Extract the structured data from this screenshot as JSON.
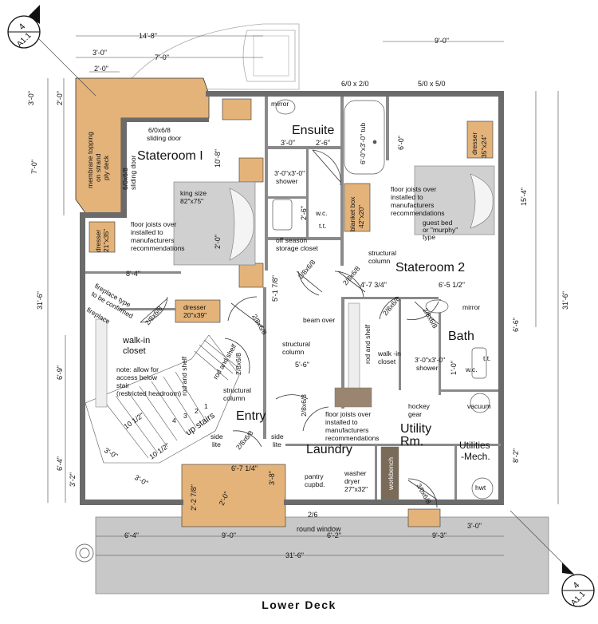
{
  "drawing": {
    "title": "Lower Deck"
  },
  "section_markers": [
    {
      "number": "4",
      "sheet": "A1.1"
    },
    {
      "number": "4",
      "sheet": "A1.1"
    }
  ],
  "rooms": {
    "stateroom1": "Stateroom I",
    "ensuite": "Ensuite",
    "stateroom2": "Stateroom 2",
    "bath": "Bath",
    "entry": "Entry",
    "laundry": "Laundry",
    "utility1": "Utility",
    "utility2": "Rm.",
    "utilities_mech1": "Utilities",
    "utilities_mech2": "-Mech.",
    "walkin_closet1": "walk-in",
    "walkin_closet2": "closet"
  },
  "dimensions": {
    "d_14_8": "14'-8\"",
    "d_3_0_top": "3'-0\"",
    "d_7_0_top": "7'-0\"",
    "d_2_0_top": "2'-0\"",
    "d_9_0_top": "9'-0\"",
    "d_6x2": "6/0 x 2/0",
    "d_5x5": "5/0 x 5/0",
    "d_3_0_left": "3'-0\"",
    "d_2_0_left": "2'-0\"",
    "d_7_0_left": "7'-0\"",
    "d_31_6_left": "31'-6\"",
    "d_6_9_left": "6'-9\"",
    "d_6_4_left": "6'-4\"",
    "d_3_2_left": "3'-2\"",
    "d_15_4_right": "15'-4\"",
    "d_31_6_right": "31'-6\"",
    "d_6_6_right": "6'-6\"",
    "d_8_2_right": "8'-2\"",
    "d_6_4_bottom": "6'-4\"",
    "d_9_0_bottom": "9'-0\"",
    "d_6_2_bottom": "6'-2\"",
    "d_9_3_bottom": "9'-3\"",
    "d_3_0_bottom": "3'-0\"",
    "d_31_6_bottom": "31'-6\"",
    "d_10_8": "10'-8\"",
    "d_3_0_ens": "3'-0\"",
    "d_2_6_ens": "2'-6\"",
    "d_6_0_ens": "6'-0\"",
    "d_2_6_wc": "2'-6\"",
    "d_2_0_s1": "2'-0\"",
    "d_8_4": "8'-4\"",
    "d_5_1_7_8": "5'-1 7/8\"",
    "d_4_7_3_4": "4'-7 3/4\"",
    "d_6_5_1_2": "6'-5 1/2\"",
    "d_5_6": "5'-6\"",
    "d_1_0": "1'-0\"",
    "d_10_1_2_a": "10 1/2\"",
    "d_10_1_2_b": "10 1/2\"",
    "d_3_0_stair": "3'-0\"",
    "d_3_0_stair2": "3'-0\"",
    "d_6_7_1_4": "6'-7 1/4\"",
    "d_2_2_7_8": "2'-2 7/8\"",
    "d_2_0_bay": "2'-0\"",
    "d_3_8": "3'-8\"",
    "d_2_6_round": "2/6",
    "round_window": "round window"
  },
  "doors": {
    "sliding1": "6/0x6/8",
    "sliding1b": "sliding door",
    "sliding2": "6/0x6/8",
    "sliding2b": "sliding door",
    "door_a": "2/8x6/8",
    "door_b": "2/8x6/8",
    "door_c": "2/8x6/8",
    "door_d": "2/8x6/8",
    "door_e": "2/8x6/8",
    "door_f": "2/8x6/8",
    "door_g": "2/8x6/8",
    "door_h": "2/8x6/8",
    "door_i": "2/8x6/8",
    "door_j": "3/0x6/8"
  },
  "fixtures": {
    "membrane1": "membrane topping",
    "membrane2": "on strand",
    "membrane3": "ply deck",
    "mirror1": "mirror",
    "mirror2": "mirror",
    "tub": "6'-0\"x3'-0\" tub",
    "dresser_ens1": "dresser",
    "dresser_ens2": "35\"x24\"",
    "shower1a": "3'-0\"x3'-0\"",
    "shower1b": "shower",
    "wc1": "w.c.",
    "tt1": "t.t.",
    "king1": "king size",
    "king2": "82\"x75\"",
    "blanket1": "blanket box",
    "blanket2": "42\"x20\"",
    "joists_a1": "floor joists over",
    "joists_a2": "installed to",
    "joists_a3": "manufacturers",
    "joists_a4": "recommendations",
    "joists_b1": "floor joists over",
    "joists_b2": "installed to",
    "joists_b3": "manufacturers",
    "joists_b4": "recommendations",
    "joists_c1": "floor joists over",
    "joists_c2": "installed to",
    "joists_c3": "manufacturers",
    "joists_c4": "recommendations",
    "guest1": "guest bed",
    "guest2": "or \"murphy\"",
    "guest3": "type",
    "dresser_s1a": "dresser",
    "dresser_s1b": "21\"x35\"",
    "offseason1": "off season",
    "offseason2": "storage closet",
    "struct_col1a": "structural",
    "struct_col1b": "column",
    "struct_col2a": "structural",
    "struct_col2b": "column",
    "struct_col3a": "structural",
    "struct_col3b": "column",
    "fireplace_note1": "fireplace type",
    "fireplace_note2": "to be confirmed",
    "fireplace": "fireplace",
    "dresser_s2a": "dresser",
    "dresser_s2b": "20\"x39\"",
    "beam": "beam over",
    "rod1": "rod and shelf",
    "rod2": "rod and shelf",
    "rod3": "rod and shelf",
    "walkin2a": "walk -in",
    "walkin2b": "closet",
    "shower2a": "3'-0\"x3'-0\"",
    "shower2b": "shower",
    "wc2": "w.c.",
    "tt2": "t.t.",
    "note1": "note: allow for",
    "note2": "access below",
    "note3": "stair",
    "note4": "(restricted headroom)",
    "hockey1": "hockey",
    "hockey2": "gear",
    "vacuum": "vacuum",
    "upstairs": "up stairs",
    "sidelite1a": "side",
    "sidelite1b": "lite",
    "sidelite2a": "side",
    "sidelite2b": "lite",
    "pantry1": "pantry",
    "pantry2": "cupbd.",
    "washer1": "washer",
    "washer2": "dryer",
    "washer3": "27\"x32\"",
    "workbench": "workbench",
    "hwt": "hwt",
    "step1": "1",
    "step2": "2",
    "step3": "3",
    "step4": "4"
  }
}
